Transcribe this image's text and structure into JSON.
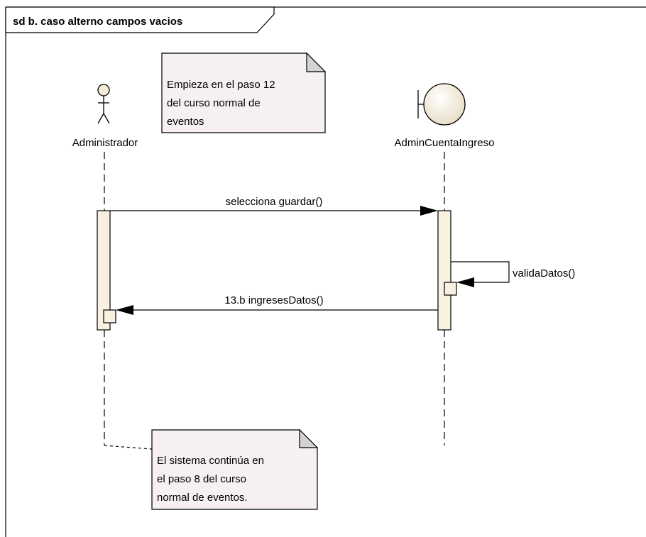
{
  "frame": {
    "title": "sd b. caso alterno campos vacios"
  },
  "lifelines": {
    "actor": {
      "name": "Administrador",
      "icon": "actor-icon"
    },
    "boundary": {
      "name": "AdminCuentaIngreso",
      "icon": "boundary-icon"
    }
  },
  "messages": {
    "m1": "selecciona guardar()",
    "m2": "validaDatos()",
    "m3": "13.b ingresesDatos()"
  },
  "notes": {
    "top": [
      "Empieza en el paso 12",
      "del curso normal de",
      "eventos"
    ],
    "bottom": [
      "El sistema continúa en",
      "el paso 8 del curso",
      "normal de eventos."
    ]
  },
  "colors": {
    "activation_fill": "#f8f1e2",
    "note_fill": "#f7f0f2",
    "boundary_fill": "#f3ead8",
    "line": "#000000"
  }
}
